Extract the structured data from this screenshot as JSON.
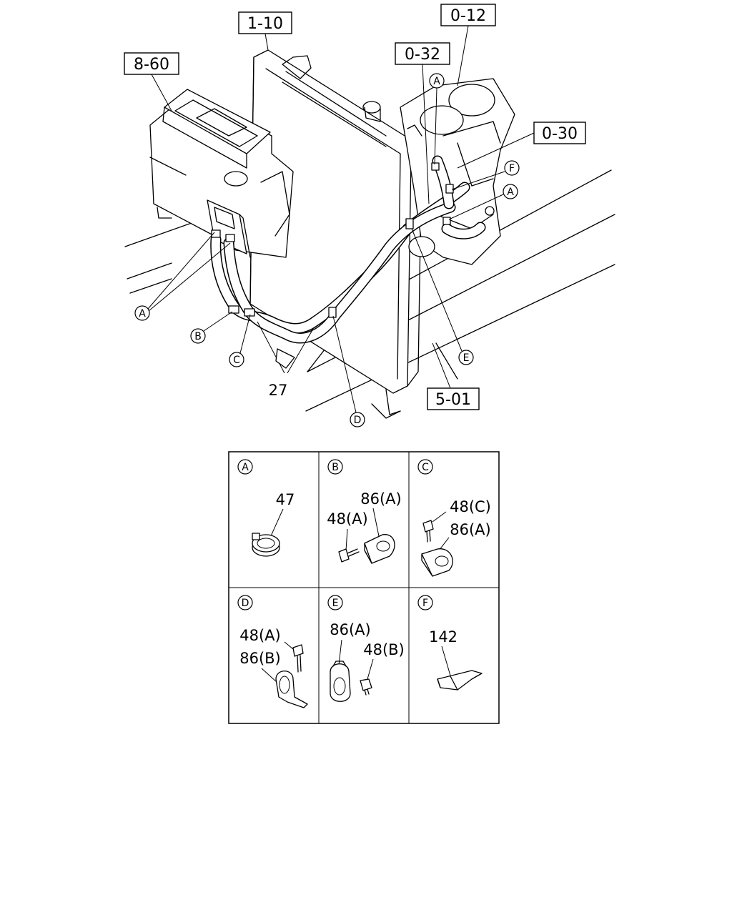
{
  "references": {
    "r_1_10": "1-10",
    "r_0_12": "0-12",
    "r_8_60": "8-60",
    "r_0_32": "0-32",
    "r_0_30": "0-30",
    "r_5_01": "5-01"
  },
  "callouts": {
    "a_left": "A",
    "b": "B",
    "c": "C",
    "d": "D",
    "e": "E",
    "f": "F",
    "a_top": "A",
    "a_right": "A"
  },
  "part_27": "27",
  "details": {
    "a": {
      "letter": "A",
      "p1": "47"
    },
    "b": {
      "letter": "B",
      "p1": "86(A)",
      "p2": "48(A)"
    },
    "c": {
      "letter": "C",
      "p1": "48(C)",
      "p2": "86(A)"
    },
    "d": {
      "letter": "D",
      "p1": "48(A)",
      "p2": "86(B)"
    },
    "e": {
      "letter": "E",
      "p1": "86(A)",
      "p2": "48(B)"
    },
    "f": {
      "letter": "F",
      "p1": "142"
    }
  }
}
